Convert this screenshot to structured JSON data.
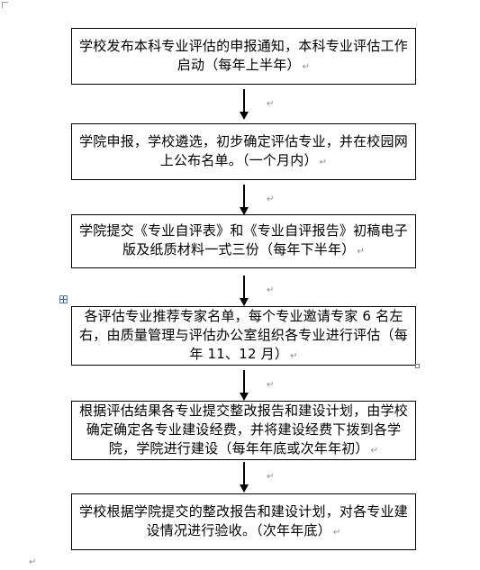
{
  "flowchart": {
    "steps": [
      {
        "text": "学校发布本科专业评估的申报通知，本科专业评估工作启动（每年上半年）"
      },
      {
        "text": "学院申报，学校遴选，初步确定评估专业，并在校园网上公布名单。（一个月内）"
      },
      {
        "text": "学院提交《专业自评表》和《专业自评报告》初稿电子版及纸质材料一式三份（每年下半年）"
      },
      {
        "text": "各评估专业推荐专家名单，每个专业邀请专家 6 名左右，由质量管理与评估办公室组织各专业进行评估（每年 11、12 月）"
      },
      {
        "text": "根据评估结果各专业提交整改报告和建设计划，由学校确定确定各专业建设经费，并将建设经费下拨到各学院，学院进行建设（每年年底或次年年初）"
      },
      {
        "text": "学校根据学院提交的整改报告和建设计划，对各专业建设情况进行验收。（次年年底）"
      }
    ]
  },
  "marks": {
    "paragraph": "↵"
  },
  "icons": {
    "table_move": "table-move-handle-icon",
    "table_resize": "table-resize-handle-icon",
    "arrow": "arrow-down-icon"
  }
}
